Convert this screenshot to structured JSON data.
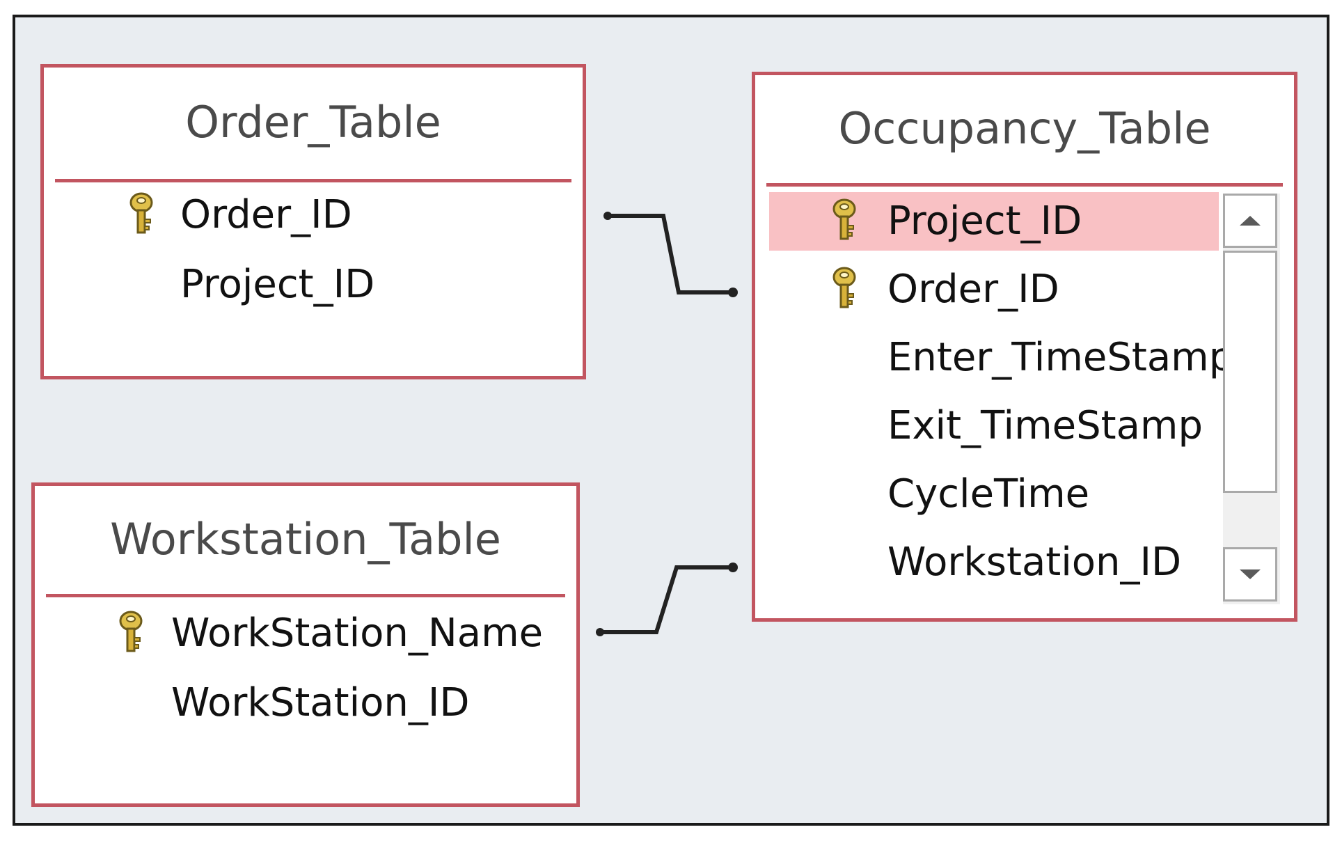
{
  "order_table": {
    "title": "Order_Table",
    "fields": [
      {
        "name": "Order_ID",
        "primary_key": true
      },
      {
        "name": "Project_ID",
        "primary_key": false
      }
    ]
  },
  "occupancy_table": {
    "title": "Occupancy_Table",
    "fields": [
      {
        "name": "Project_ID",
        "primary_key": true,
        "selected": true
      },
      {
        "name": "Order_ID",
        "primary_key": true,
        "selected": false
      },
      {
        "name": "Enter_TimeStamp",
        "primary_key": false,
        "selected": false
      },
      {
        "name": "Exit_TimeStamp",
        "primary_key": false,
        "selected": false
      },
      {
        "name": "CycleTime",
        "primary_key": false,
        "selected": false
      },
      {
        "name": "Workstation_ID",
        "primary_key": false,
        "selected": false
      }
    ]
  },
  "workstation_table": {
    "title": "Workstation_Table",
    "fields": [
      {
        "name": "WorkStation_Name",
        "primary_key": true
      },
      {
        "name": "WorkStation_ID",
        "primary_key": false
      }
    ]
  },
  "colors": {
    "table_border": "#c25560",
    "selected_row": "#f9c1c4",
    "canvas": "#e9edf1",
    "key_icon": "#c9a227"
  },
  "icons": {
    "key": "primary-key-icon",
    "scroll_up": "triangle-up-icon",
    "scroll_down": "triangle-down-icon"
  }
}
